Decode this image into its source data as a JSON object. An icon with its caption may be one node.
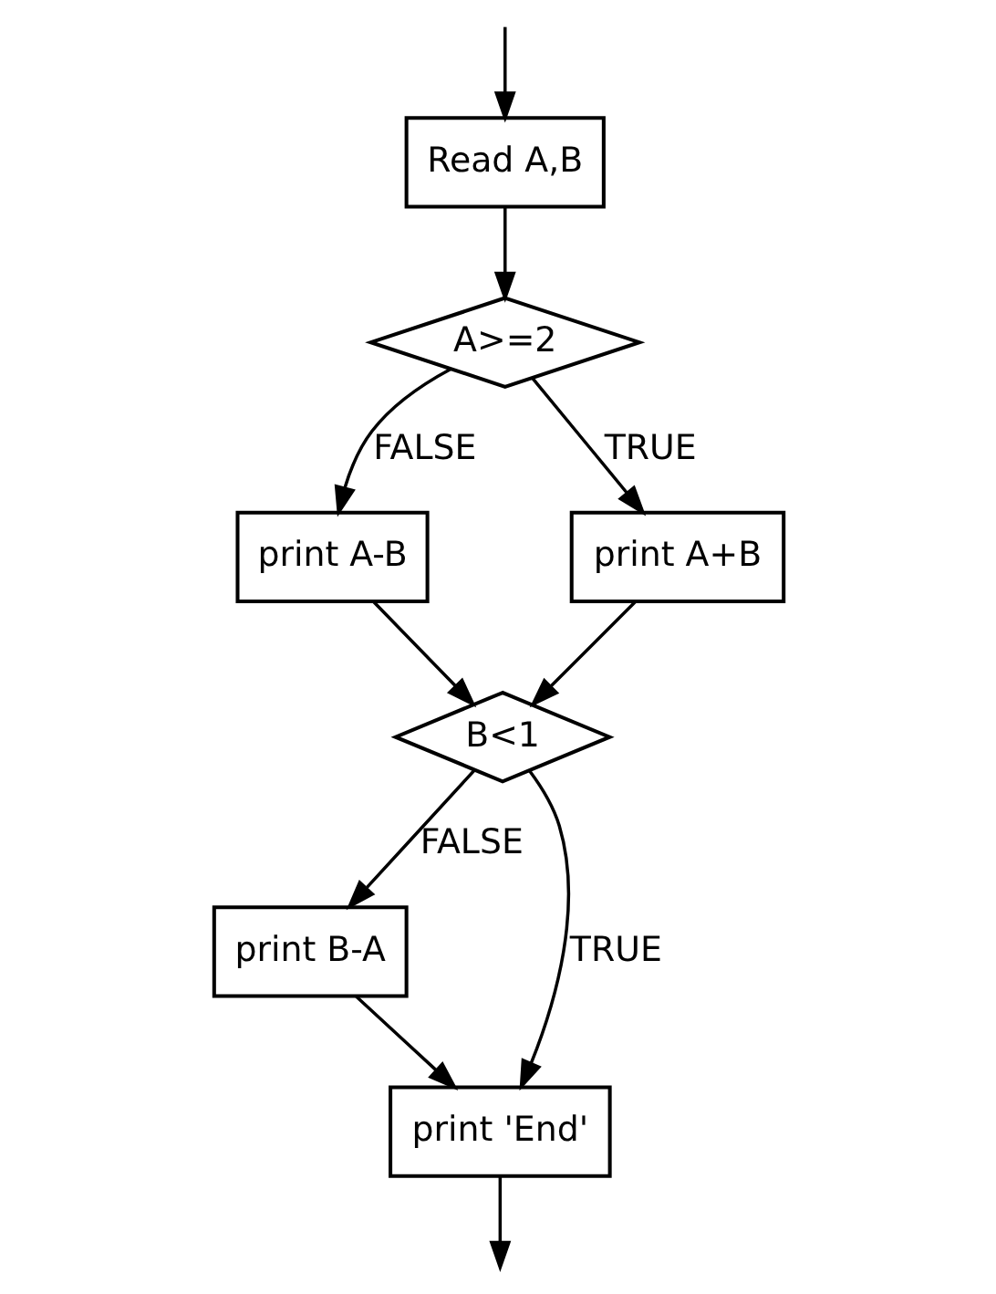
{
  "diagram": {
    "nodes": [
      {
        "text": [
          "Read A,B"
        ]
      },
      {
        "text": [
          "A>=2"
        ]
      },
      {
        "text": [
          "print A-B"
        ]
      },
      {
        "text": [
          "print A+B"
        ]
      },
      {
        "text": [
          "B<1"
        ]
      },
      {
        "text": [
          "print B-A"
        ]
      },
      {
        "text": [
          "print 'End'"
        ]
      }
    ],
    "edges": [
      {
        "from": null,
        "to": 0,
        "arrow": "to"
      },
      {
        "from": 0,
        "to": 1,
        "arrow": "to"
      },
      {
        "from": 1,
        "to": 2,
        "arrow": "to",
        "label": "FALSE"
      },
      {
        "from": 1,
        "to": 3,
        "arrow": "to",
        "label": "TRUE"
      },
      {
        "from": 2,
        "to": 4,
        "arrow": "to"
      },
      {
        "from": 3,
        "to": 4,
        "arrow": "to"
      },
      {
        "from": 4,
        "to": 5,
        "arrow": "to",
        "label": "FALSE"
      },
      {
        "from": 4,
        "to": 6,
        "arrow": "to",
        "label": "TRUE"
      },
      {
        "from": 5,
        "to": 6,
        "arrow": "to"
      },
      {
        "from": 6,
        "to": null,
        "arrow": "to"
      }
    ]
  }
}
